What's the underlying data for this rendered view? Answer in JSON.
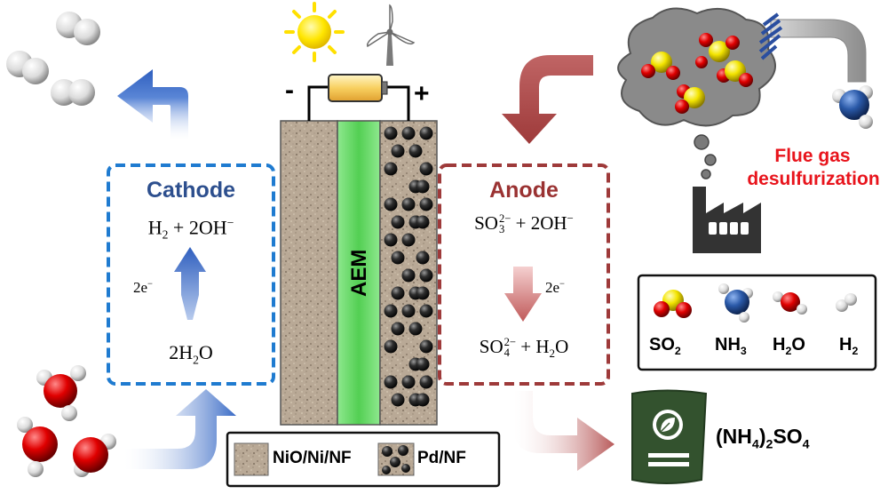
{
  "battery": {
    "minus": "-",
    "plus": "+"
  },
  "membrane": {
    "label": "AEM"
  },
  "cathode": {
    "title": "Cathode",
    "eq_top": {
      "a": "H",
      "a_sub": "2",
      "b": " + 2OH",
      "b_sup": "−"
    },
    "electrons": {
      "text": "2e",
      "sup": "−"
    },
    "eq_bottom": {
      "a": "2H",
      "a_sub": "2",
      "b": "O"
    }
  },
  "anode": {
    "title": "Anode",
    "eq_top": {
      "a": "SO",
      "a_sup": "2−",
      "a_sub": "3",
      "b": " + 2OH",
      "b_sup": "−"
    },
    "electrons": {
      "text": "2e",
      "sup": "−"
    },
    "eq_bottom": {
      "a": "SO",
      "a_sup": "2−",
      "a_sub": "4",
      "b": " + H",
      "b_sub": "2",
      "c": "O"
    }
  },
  "flue_gas": {
    "line1": "Flue gas",
    "line2": "desulfurization"
  },
  "molecule_legend": [
    {
      "icon": "so2-molecule-icon",
      "text": "SO",
      "sub": "2"
    },
    {
      "icon": "nh3-molecule-icon",
      "text": "NH",
      "sub": "3"
    },
    {
      "icon": "h2o-molecule-icon",
      "text": "H",
      "sub": "2",
      "after": "O"
    },
    {
      "icon": "h2-molecule-icon",
      "text": "H",
      "sub": "2"
    }
  ],
  "electrode_legend": [
    {
      "icon": "nio-ni-nf-swatch-icon",
      "label": "NiO/Ni/NF"
    },
    {
      "icon": "pd-nf-swatch-icon",
      "label": "Pd/NF"
    }
  ],
  "product": {
    "a": "(NH",
    "a_sub": "4",
    "b": ")",
    "b_sub": "2",
    "c": "SO",
    "c_sub": "4"
  },
  "colors": {
    "cathode_blue": "#1f7bd0",
    "cathode_title": "#2d4f8e",
    "anode_red": "#9e3a3a",
    "anode_title": "#9a3232",
    "membrane_green": "#5bd35b",
    "flue_text": "#e8141c",
    "fertilizer_bag": "#33522e"
  }
}
